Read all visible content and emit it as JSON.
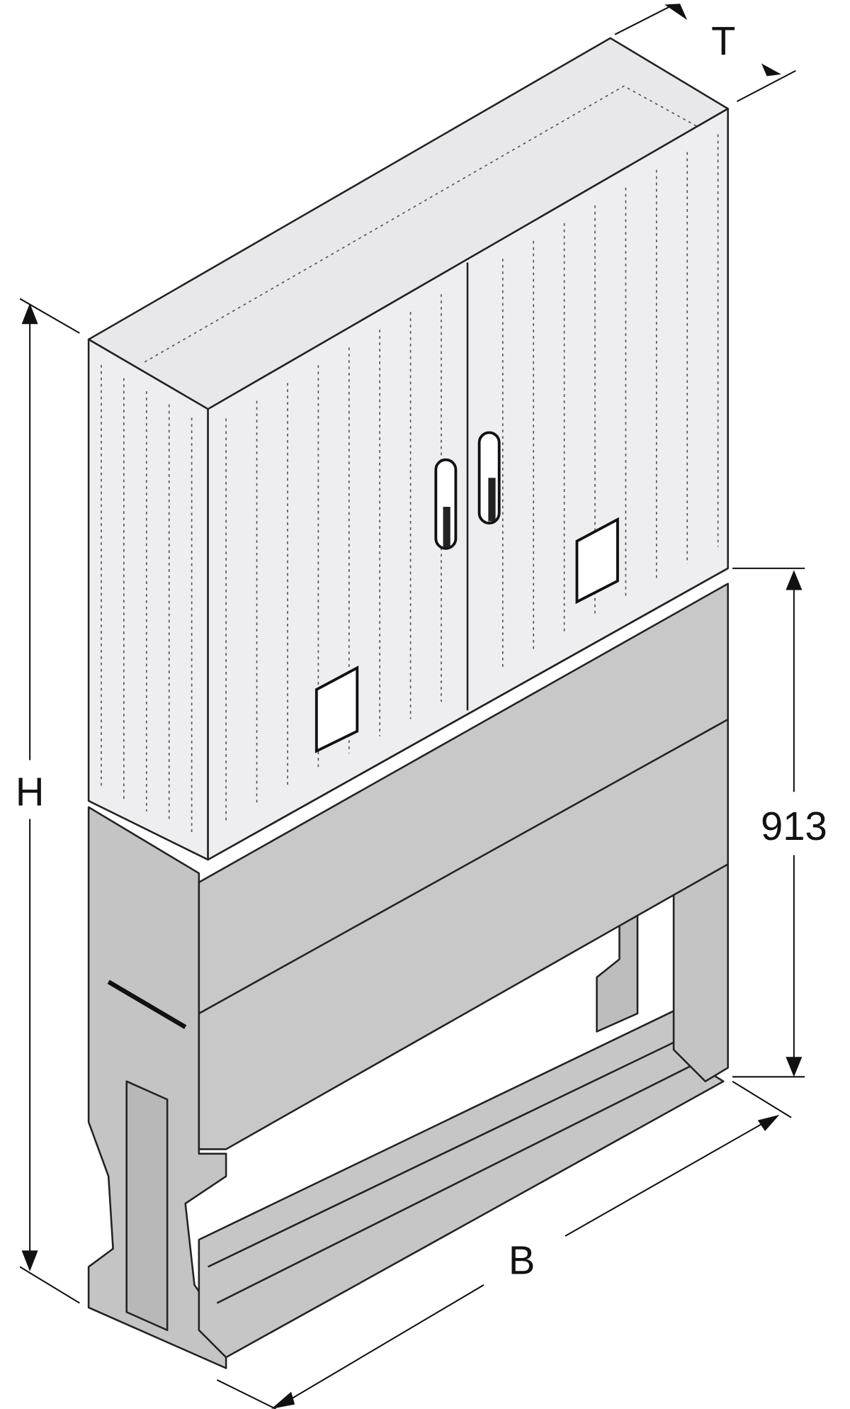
{
  "dimensions": {
    "height_label": "H",
    "depth_label": "T",
    "width_label": "B",
    "base_height_label": "913"
  },
  "colors": {
    "cabinet_face": "#eeeef0",
    "cabinet_top": "#e8e8ea",
    "base_panel": "#c8c8c8",
    "base_dark": "#bdbdbd",
    "outline": "#222222"
  }
}
